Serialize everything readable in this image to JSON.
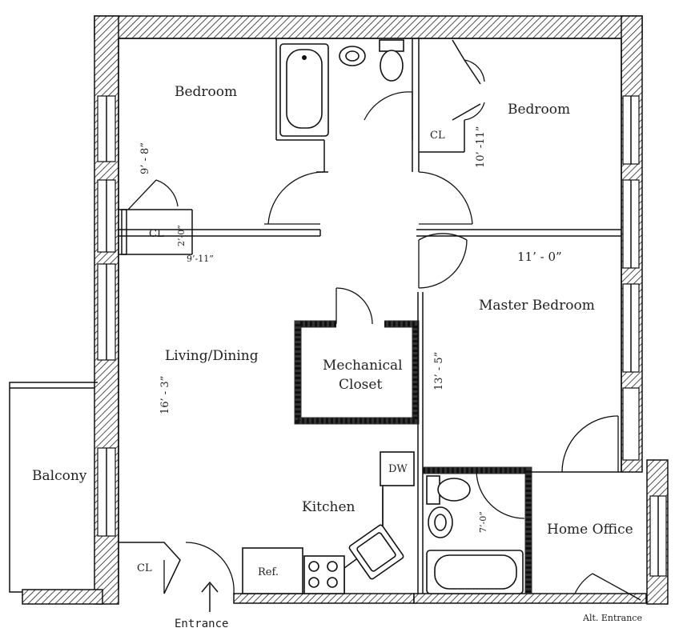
{
  "rooms": {
    "bedroom_left": "Bedroom",
    "bedroom_right": "Bedroom",
    "living_dining": "Living/Dining",
    "mechanical_line1": "Mechanical",
    "mechanical_line2": "Closet",
    "master_bedroom": "Master Bedroom",
    "kitchen": "Kitchen",
    "home_office": "Home Office",
    "balcony": "Balcony"
  },
  "closets": {
    "left": "CL",
    "right": "CL",
    "entry": "CL"
  },
  "appliances": {
    "dishwasher": "DW",
    "refrigerator": "Ref."
  },
  "dimensions": {
    "bedroom_left_height": "9’ - 8”",
    "closet_height": "2’-0”",
    "closet_width": "9’-11”",
    "bedroom_right_height": "10’ -11”",
    "master_width": "11’ - 0”",
    "living_height": "16’ - 3”",
    "master_height": "13’ - 5”",
    "office_bath_height": "7’-0”"
  },
  "entrances": {
    "main": "Entrance",
    "alt": "Alt. Entrance"
  }
}
